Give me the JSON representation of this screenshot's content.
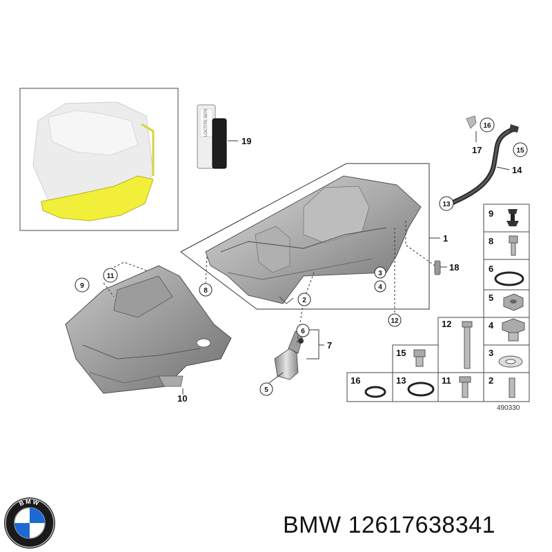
{
  "diagram": {
    "diagram_id": "490330",
    "sealant_label": "LOCTITE 5970",
    "parts": [
      {
        "num": "1"
      },
      {
        "num": "2"
      },
      {
        "num": "3"
      },
      {
        "num": "4"
      },
      {
        "num": "5"
      },
      {
        "num": "6"
      },
      {
        "num": "7"
      },
      {
        "num": "8"
      },
      {
        "num": "9"
      },
      {
        "num": "10"
      },
      {
        "num": "11"
      },
      {
        "num": "12"
      },
      {
        "num": "13"
      },
      {
        "num": "14"
      },
      {
        "num": "15"
      },
      {
        "num": "16"
      },
      {
        "num": "17"
      },
      {
        "num": "18"
      },
      {
        "num": "19"
      }
    ],
    "grid_cells": [
      "9",
      "8",
      "6",
      "5",
      "4",
      "3",
      "2",
      "12",
      "15",
      "13",
      "11",
      "16"
    ]
  },
  "footer": {
    "brand": "BMW",
    "part_number": "12617638341",
    "logo_letters": "BMW"
  },
  "colors": {
    "engine_highlight": "#f2ef3a",
    "part_gray": "#9a9a9a",
    "bmw_blue": "#1c69d4"
  }
}
